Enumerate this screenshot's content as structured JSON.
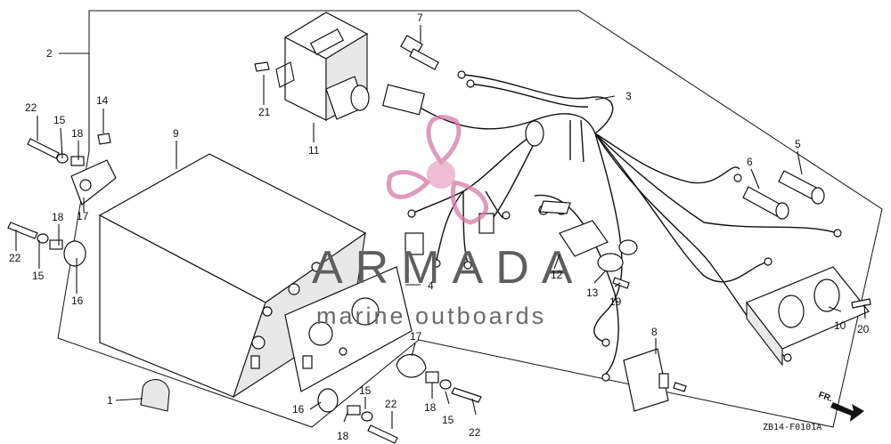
{
  "watermark": {
    "title": "ARMADA",
    "subtitle": "marine outboards"
  },
  "diagram_code": "ZB14-F0101A",
  "direction_label": "FR.",
  "callouts": {
    "1": "1",
    "2": "2",
    "3": "3",
    "4": "4",
    "5": "5",
    "6": "6",
    "7": "7",
    "8": "8",
    "9": "9",
    "10": "10",
    "11": "11",
    "12": "12",
    "13": "13",
    "14": "14",
    "15": "15",
    "16": "16",
    "17": "17",
    "18": "18",
    "19": "19",
    "20": "20",
    "21": "21",
    "22": "22"
  },
  "colors": {
    "line": "#111111",
    "watermark_logo": "#d67aa6",
    "watermark_text": "#5e5e5e"
  }
}
